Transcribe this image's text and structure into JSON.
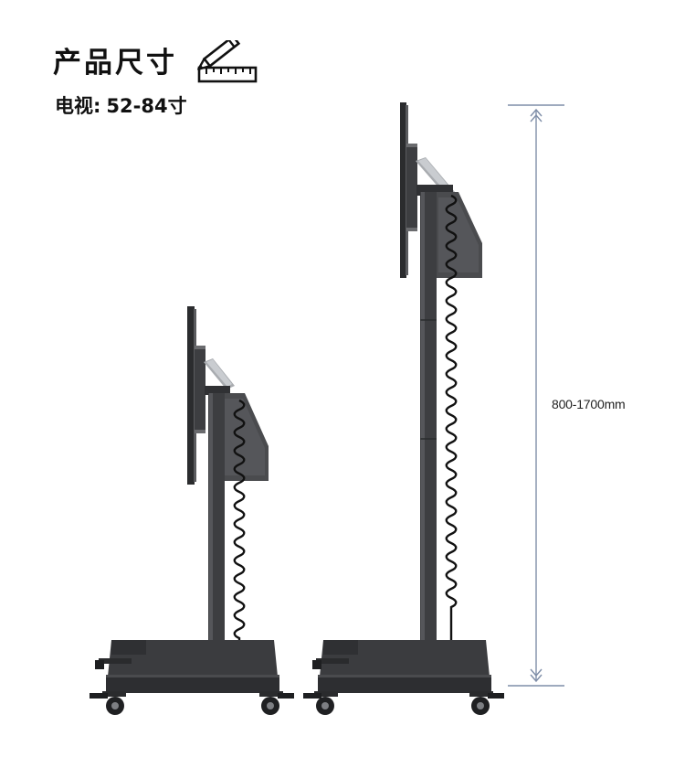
{
  "header": {
    "title": "产品尺寸",
    "title_icon": "pencil-ruler-icon"
  },
  "spec": {
    "label": "电视",
    "separator": ":",
    "value": "52-84寸"
  },
  "dimension": {
    "height_label": "800-1700mm"
  },
  "colors": {
    "stand_dark": "#3b3c3f",
    "stand_mid": "#4a4b4e",
    "bracket_gray": "#a9acb0",
    "dimension_line": "#7f8ea8",
    "text": "#111111"
  }
}
